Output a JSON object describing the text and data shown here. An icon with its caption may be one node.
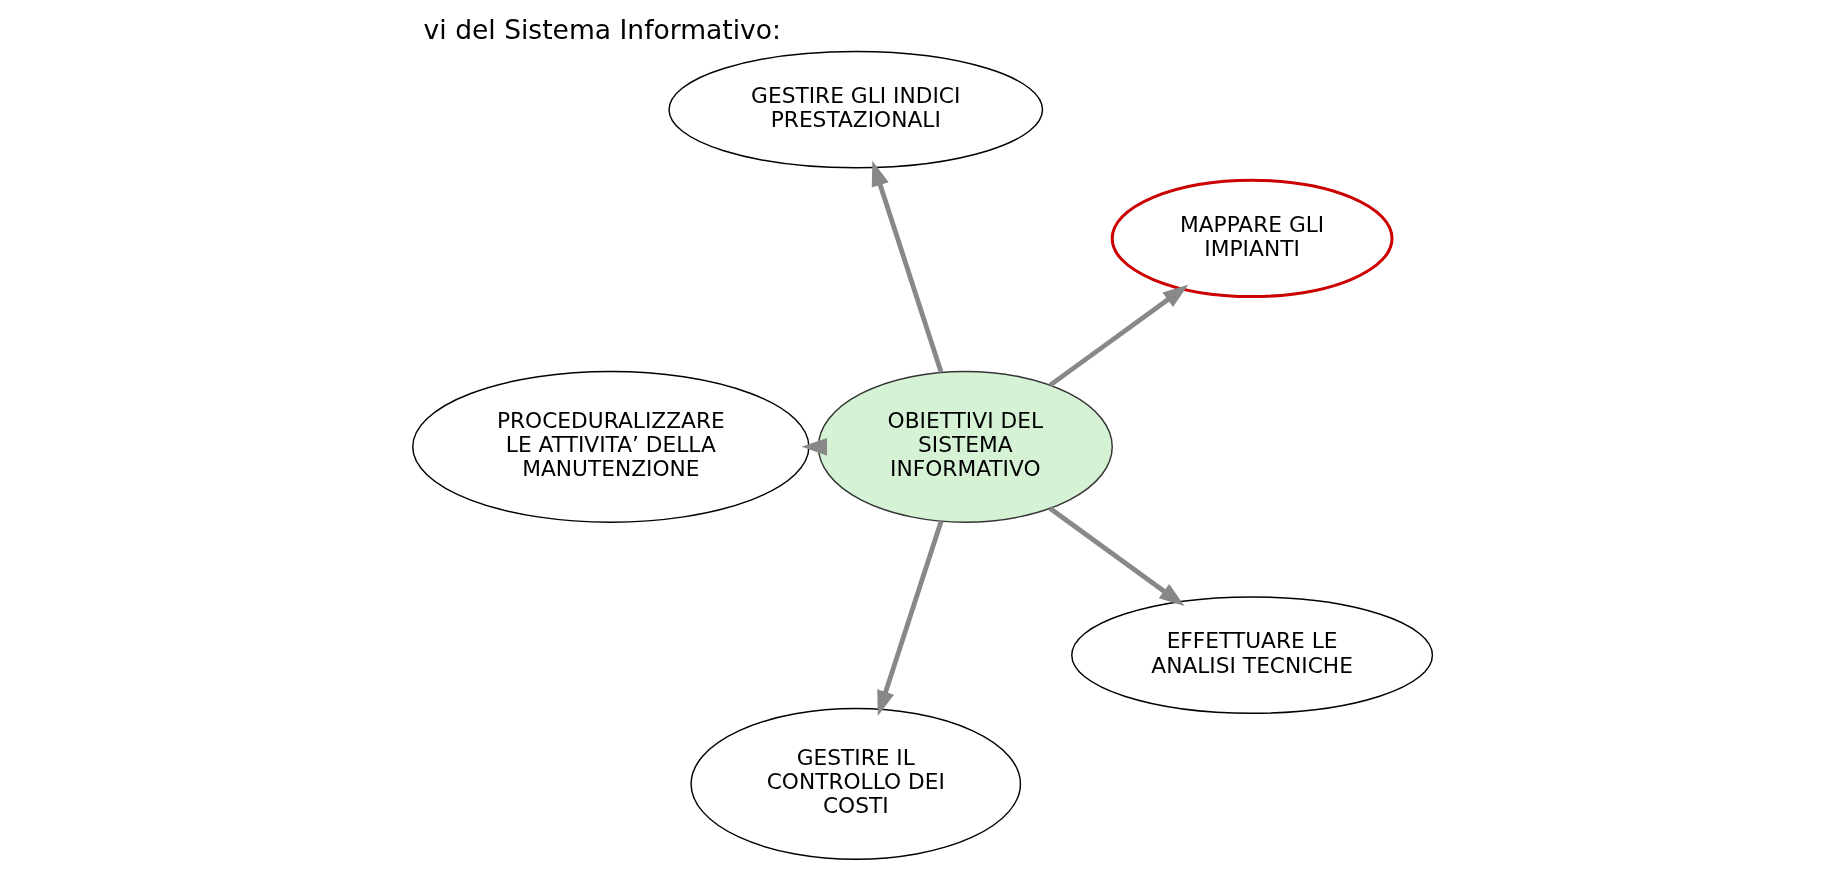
{
  "diagram": {
    "title": "vi del Sistema Informativo:",
    "nodes": [
      {
        "text": [
          "MAPPARE GLI IMPIANTI"
        ]
      },
      {
        "text": [
          "GESTIRE GLI INDICI PRESTAZIONALI"
        ]
      },
      {
        "text": [
          "PROCEDURALIZZARE LE ATTIVITA’ DELLA MANUTENZIONE"
        ]
      },
      {
        "text": [
          "OBIETTIVI DEL SISTEMA INFORMATIVO"
        ]
      },
      {
        "text": [
          "GESTIRE IL CONTROLLO DEI COSTI"
        ]
      },
      {
        "text": [
          "EFFETTUARE LE ANALISI TECNICHE"
        ]
      }
    ],
    "edges": [
      {
        "from": 3,
        "to": 0,
        "arrow": "to"
      },
      {
        "from": 3,
        "to": 1,
        "arrow": "to"
      },
      {
        "from": 3,
        "to": 2,
        "arrow": "to"
      },
      {
        "from": 3,
        "to": 4,
        "arrow": "to"
      },
      {
        "from": 3,
        "to": 5,
        "arrow": "to"
      }
    ]
  }
}
